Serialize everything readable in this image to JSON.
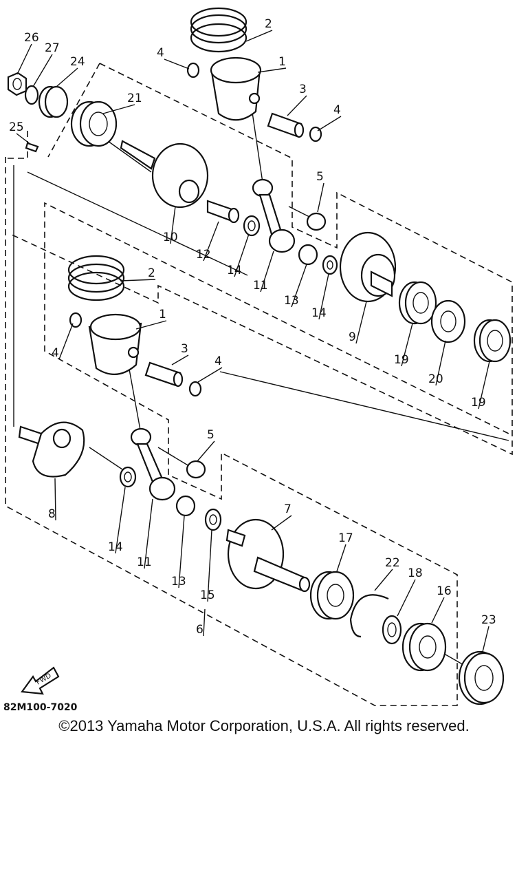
{
  "diagram_code": "82M100-7020",
  "fwd_label": "FWD",
  "copyright": "©2013 Yamaha Motor Corporation, U.S.A. All rights reserved.",
  "callouts": [
    {
      "label": "2"
    },
    {
      "label": "4"
    },
    {
      "label": "1"
    },
    {
      "label": "26"
    },
    {
      "label": "27"
    },
    {
      "label": "24"
    },
    {
      "label": "21"
    },
    {
      "label": "3"
    },
    {
      "label": "4"
    },
    {
      "label": "25"
    },
    {
      "label": "5"
    },
    {
      "label": "10"
    },
    {
      "label": "12"
    },
    {
      "label": "14"
    },
    {
      "label": "11"
    },
    {
      "label": "13"
    },
    {
      "label": "14"
    },
    {
      "label": "9"
    },
    {
      "label": "19"
    },
    {
      "label": "20"
    },
    {
      "label": "19"
    },
    {
      "label": "2"
    },
    {
      "label": "1"
    },
    {
      "label": "4"
    },
    {
      "label": "3"
    },
    {
      "label": "4"
    },
    {
      "label": "5"
    },
    {
      "label": "8"
    },
    {
      "label": "14"
    },
    {
      "label": "11"
    },
    {
      "label": "13"
    },
    {
      "label": "15"
    },
    {
      "label": "7"
    },
    {
      "label": "17"
    },
    {
      "label": "22"
    },
    {
      "label": "18"
    },
    {
      "label": "16"
    },
    {
      "label": "6"
    },
    {
      "label": "23"
    }
  ]
}
